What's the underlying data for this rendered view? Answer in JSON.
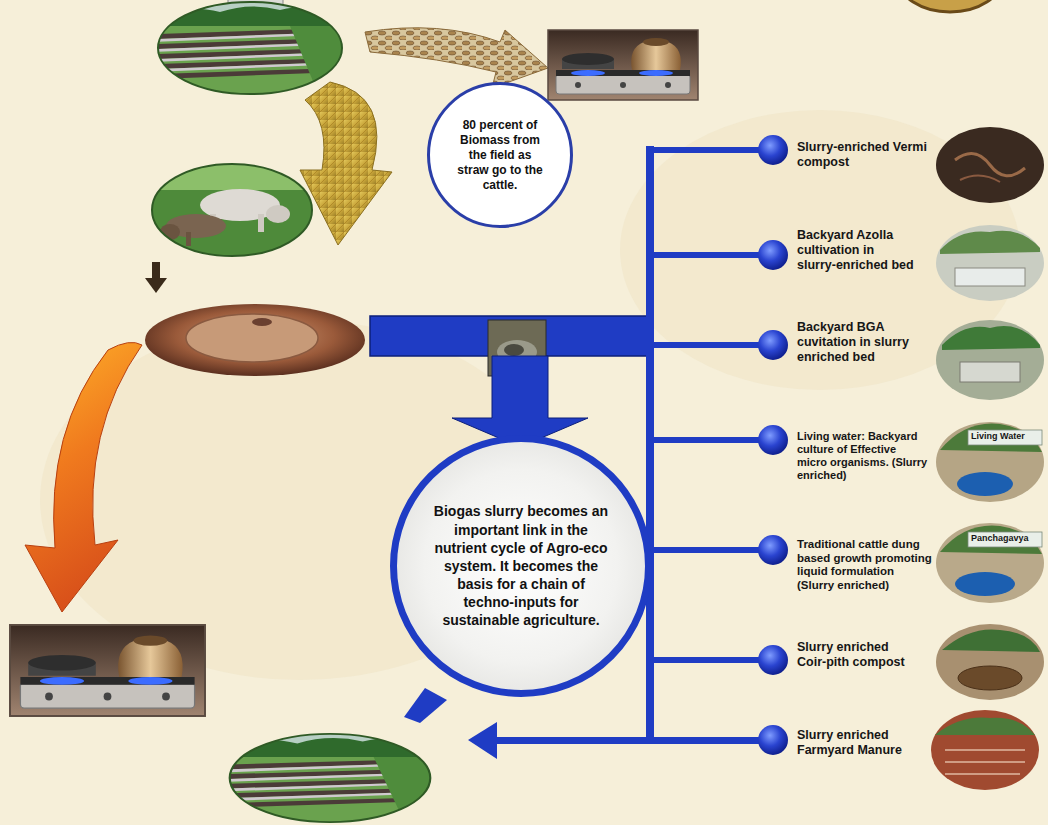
{
  "diagram": {
    "nodes": [
      {
        "text": [
          "80 percent of Biomass from the field as straw go to the cattle."
        ]
      },
      {
        "text": [
          "Biogas slurry becomes an important link in the nutrient cycle of Agro-eco system. It becomes the basis for a chain of techno-inputs for sustainable agriculture."
        ]
      }
    ],
    "labels": [
      "Slurry-enriched Vermi compost",
      "Backyard Azolla cultivation in slurry-enriched bed",
      "Backyard BGA cuvitation in slurry enriched bed",
      "Living water: Backyard culture of Effective micro organisms. (Slurry enriched)",
      "Living Water",
      "Traditional cattle dung based growth promoting liquid formulation (Slurry enriched)",
      "Panchagavya",
      "Slurry enriched Coir-pith compost",
      "Slurry enriched Farmyard Manure"
    ]
  }
}
